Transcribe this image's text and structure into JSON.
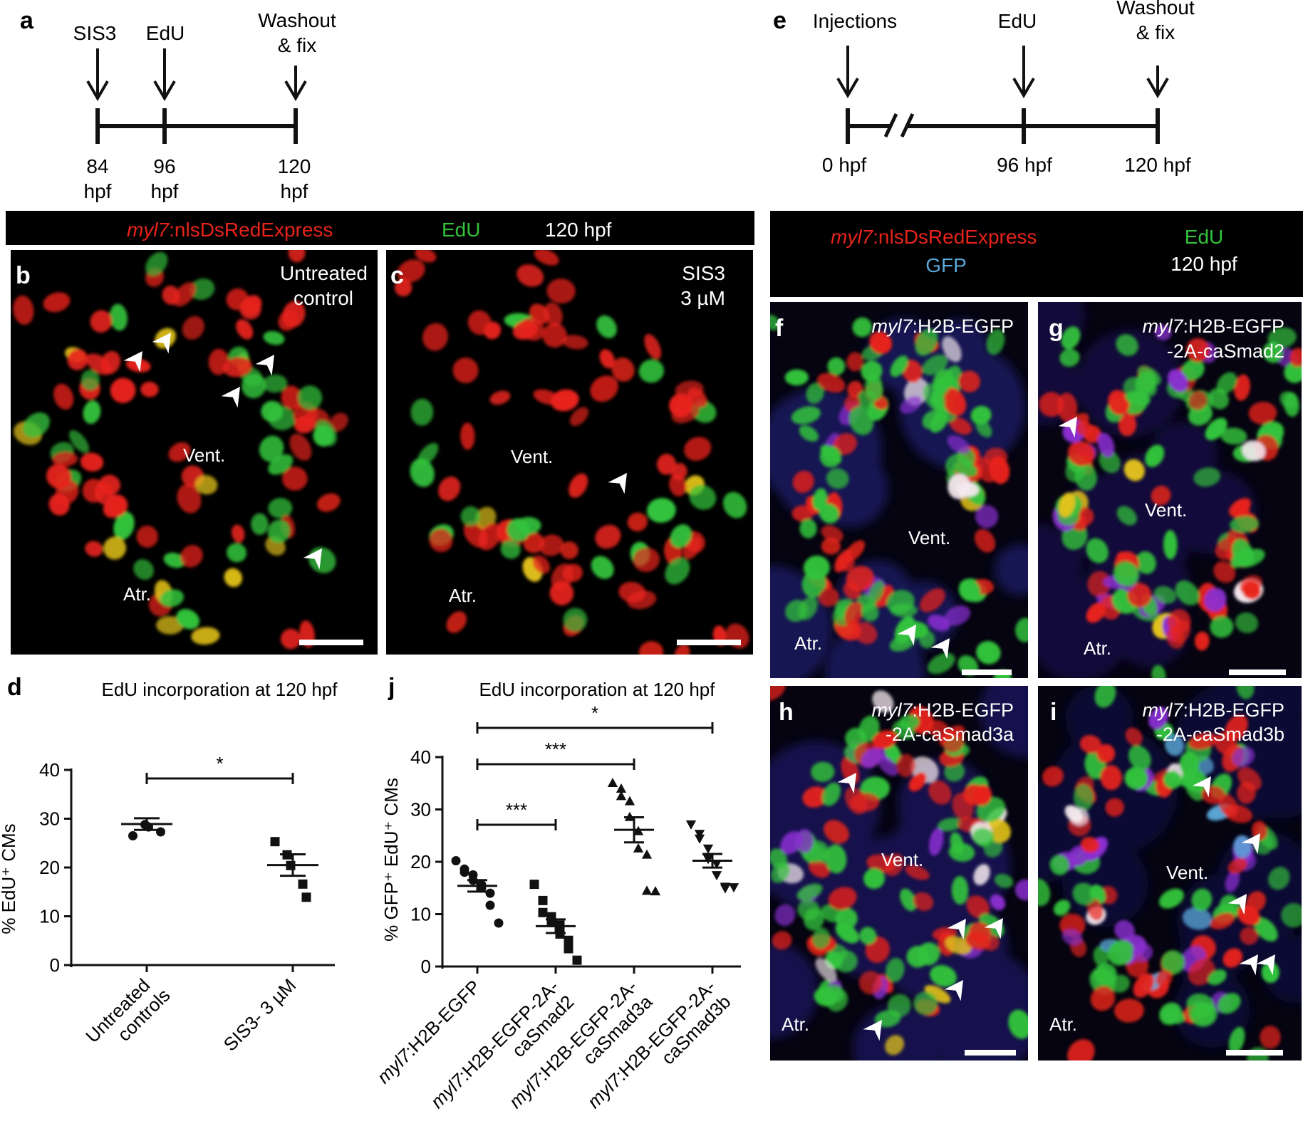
{
  "panels": {
    "a": {
      "letter": "a",
      "events": [
        {
          "label": "SIS3",
          "time": "84",
          "unit": "hpf"
        },
        {
          "label": "EdU",
          "time": "96",
          "unit": "hpf"
        },
        {
          "label_lines": [
            "Washout",
            "& fix"
          ],
          "time": "120",
          "unit": "hpf"
        }
      ]
    },
    "e": {
      "letter": "e",
      "events": [
        {
          "label": "Injections",
          "time": "0 hpf"
        },
        {
          "label": "EdU",
          "time": "96 hpf"
        },
        {
          "label_lines": [
            "Washout",
            "& fix"
          ],
          "time": "120 hpf"
        }
      ]
    },
    "legend_left": {
      "marker_italic": "myl7",
      "marker_rest": ":nlsDsRedExpress",
      "edu": "EdU",
      "time": "120 hpf"
    },
    "legend_right": {
      "marker_italic": "myl7",
      "marker_rest": ":nlsDsRedExpress",
      "edu": "EdU",
      "gfp": "GFP",
      "time": "120 hpf"
    },
    "b": {
      "letter": "b",
      "condition_lines": [
        "Untreated",
        "control"
      ],
      "vent": "Vent.",
      "atr": "Atr."
    },
    "c": {
      "letter": "c",
      "condition_lines": [
        "SIS3",
        "3 µM"
      ],
      "vent": "Vent.",
      "atr": "Atr."
    },
    "f": {
      "letter": "f",
      "construct_italic": "myl7",
      "construct_lines": [
        ":H2B-EGFP"
      ],
      "vent": "Vent.",
      "atr": "Atr."
    },
    "g": {
      "letter": "g",
      "construct_italic": "myl7",
      "construct_lines": [
        ":H2B-EGFP",
        "-2A-caSmad2"
      ],
      "vent": "Vent.",
      "atr": "Atr."
    },
    "h": {
      "letter": "h",
      "construct_italic": "myl7",
      "construct_lines": [
        ":H2B-EGFP",
        "-2A-caSmad3a"
      ],
      "vent": "Vent.",
      "atr": "Atr."
    },
    "i": {
      "letter": "i",
      "construct_italic": "myl7",
      "construct_lines": [
        ":H2B-EGFP",
        "-2A-caSmad3b"
      ],
      "vent": "Vent.",
      "atr": "Atr."
    }
  },
  "colors": {
    "dsred": "#e8231c",
    "edu": "#33c23c",
    "gfp": "#5aa8d8",
    "merge_yellow": "#e2c21a",
    "merge_white": "#f4e8ee",
    "purple": "#8a2fd0"
  },
  "chart_data": [
    {
      "panel": "d",
      "type": "scatter",
      "title": "EdU incorporation at 120 hpf",
      "xlabel": "",
      "ylabel": "% EdU⁺ CMs",
      "ylim": [
        0,
        40
      ],
      "yticks": [
        0,
        10,
        20,
        30,
        40
      ],
      "categories": [
        "Untreated controls",
        "SIS3- 3 µM"
      ],
      "category_lines": [
        [
          "Untreated",
          "controls"
        ],
        [
          "SIS3- 3 µM"
        ]
      ],
      "series": [
        {
          "marker": "circle",
          "values": [
            26.5,
            28.8,
            28.3,
            27.3
          ],
          "mean": 28.9,
          "sem": 1.2
        },
        {
          "marker": "square",
          "values": [
            25.3,
            22.6,
            20.4,
            16.6,
            13.9
          ],
          "mean": 20.5,
          "sem": 2.2
        }
      ],
      "significance": [
        {
          "from": 0,
          "to": 1,
          "label": "*"
        }
      ],
      "grid": false
    },
    {
      "panel": "j",
      "type": "scatter",
      "title": "EdU incorporation at 120 hpf",
      "xlabel": "",
      "ylabel": "% GFP⁺ EdU⁺ CMs",
      "ylim": [
        0,
        40
      ],
      "yticks": [
        0,
        10,
        20,
        30,
        40
      ],
      "categories": [
        "myl7:H2B-EGFP",
        "myl7:H2B-EGFP-2A-caSmad2",
        "myl7:H2B-EGFP-2A-caSmad3a",
        "myl7:H2B-EGFP-2A-caSmad3b"
      ],
      "category_lines": [
        [
          "myl7",
          ":H2B-EGFP",
          ""
        ],
        [
          "myl7",
          ":H2B-EGFP-2A-",
          "caSmad2"
        ],
        [
          "myl7",
          ":H2B-EGFP-2A-",
          "caSmad3a"
        ],
        [
          "myl7",
          ":H2B-EGFP-2A-",
          "caSmad3b"
        ]
      ],
      "series": [
        {
          "marker": "circle",
          "values": [
            20.2,
            18.6,
            18.0,
            17.5,
            16.5,
            15.6,
            15.0,
            14.0,
            11.7,
            8.3
          ],
          "mean": 15.4,
          "sem": 1.1
        },
        {
          "marker": "square",
          "values": [
            15.7,
            12.6,
            10.3,
            9.5,
            8.4,
            7.9,
            6.2,
            5.0,
            3.4,
            1.2
          ],
          "mean": 7.7,
          "sem": 1.3
        },
        {
          "marker": "triangle-up",
          "values": [
            35.0,
            33.9,
            32.5,
            31.5,
            28.5,
            25.8,
            22.5,
            21.3,
            14.4,
            14.3
          ],
          "mean": 26.1,
          "sem": 2.4
        },
        {
          "marker": "triangle-down",
          "values": [
            27.2,
            25.4,
            24.5,
            22.6,
            20.6,
            19.7,
            17.5,
            15.3,
            15.0,
            15.2
          ],
          "mean": 20.2,
          "sem": 1.3
        }
      ],
      "significance": [
        {
          "from": 0,
          "to": 3,
          "label": "*"
        },
        {
          "from": 0,
          "to": 2,
          "label": "***"
        },
        {
          "from": 0,
          "to": 1,
          "label": "***"
        }
      ],
      "grid": false
    }
  ]
}
